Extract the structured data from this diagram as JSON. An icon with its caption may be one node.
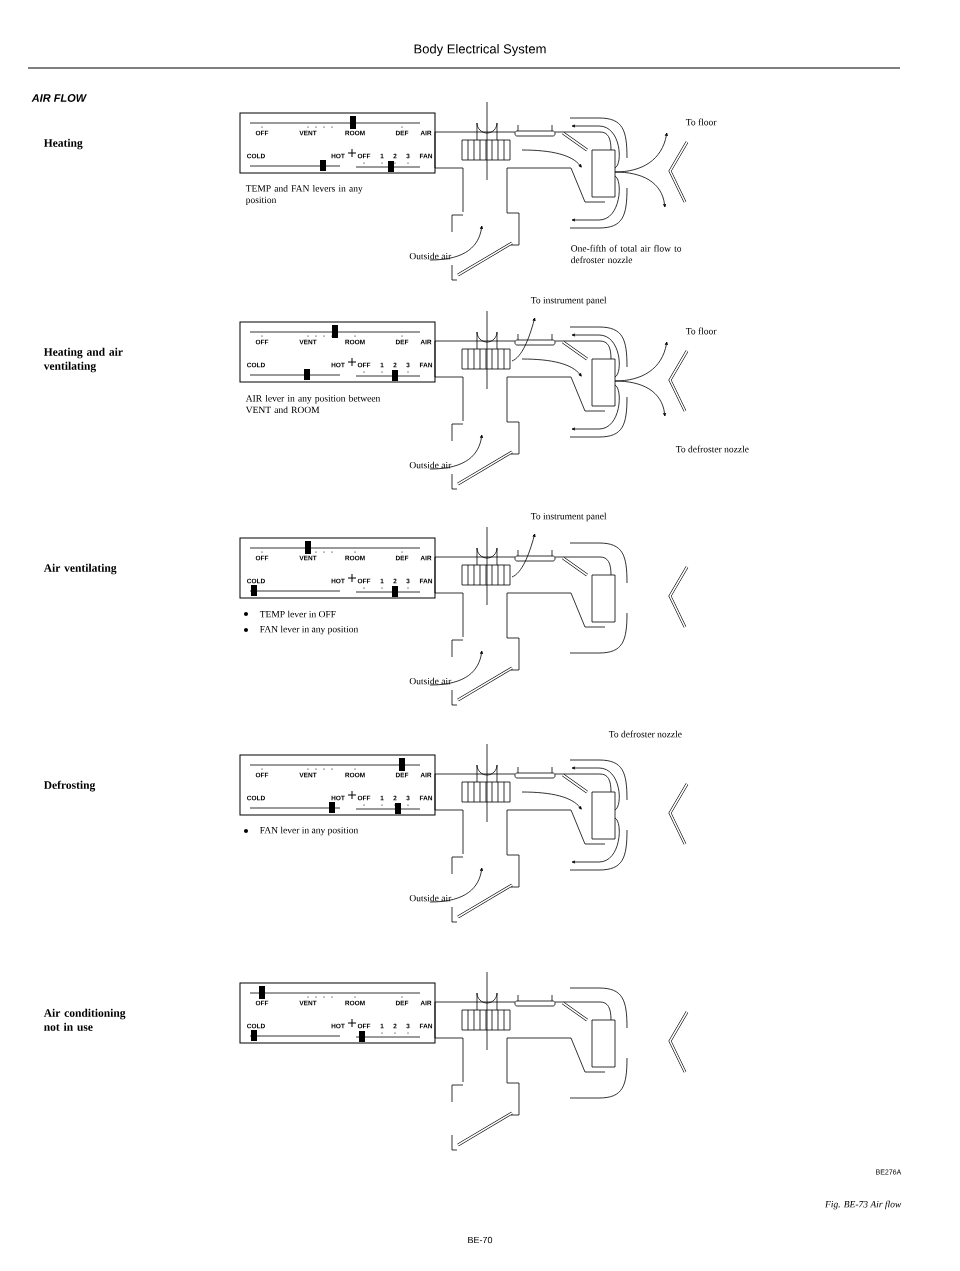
{
  "diagram": {
    "title": "Body Electrical System",
    "caption": "Fig. BE-73 Air flow",
    "labels": [
      "AIR FLOW",
      "Heating",
      "OFF",
      "VENT",
      "ROOM",
      "DEF",
      "AIR",
      "COLD",
      "HOT",
      "OFF",
      "1",
      "2",
      "3",
      "FAN",
      "TEMP and FAN levers in any position",
      "To floor",
      "Outside air",
      "One-fifth of total air flow to defroster nozzle",
      "Heating and air ventilating",
      "OFF",
      "VENT",
      "ROOM",
      "DEF",
      "AIR",
      "COLD",
      "HOT",
      "OFF",
      "1",
      "2",
      "3",
      "FAN",
      "AIR lever in any position between VENT and ROOM",
      "To instrument panel",
      "To floor",
      "Outside air",
      "To defroster nozzle",
      "Air ventilating",
      "OFF",
      "VENT",
      "ROOM",
      "DEF",
      "AIR",
      "COLD",
      "HOT",
      "OFF",
      "1",
      "2",
      "3",
      "FAN",
      "TEMP lever in OFF",
      "FAN lever in any position",
      "To instrument panel",
      "Outside air",
      "Defrosting",
      "OFF",
      "VENT",
      "ROOM",
      "DEF",
      "AIR",
      "COLD",
      "HOT",
      "OFF",
      "1",
      "2",
      "3",
      "FAN",
      "FAN lever in any position",
      "To defroster nozzle",
      "Outside air",
      "Air conditioning not in use",
      "OFF",
      "VENT",
      "ROOM",
      "DEF",
      "AIR",
      "COLD",
      "HOT",
      "OFF",
      "1",
      "2",
      "3",
      "FAN",
      "BE276A",
      "BE-70"
    ]
  }
}
